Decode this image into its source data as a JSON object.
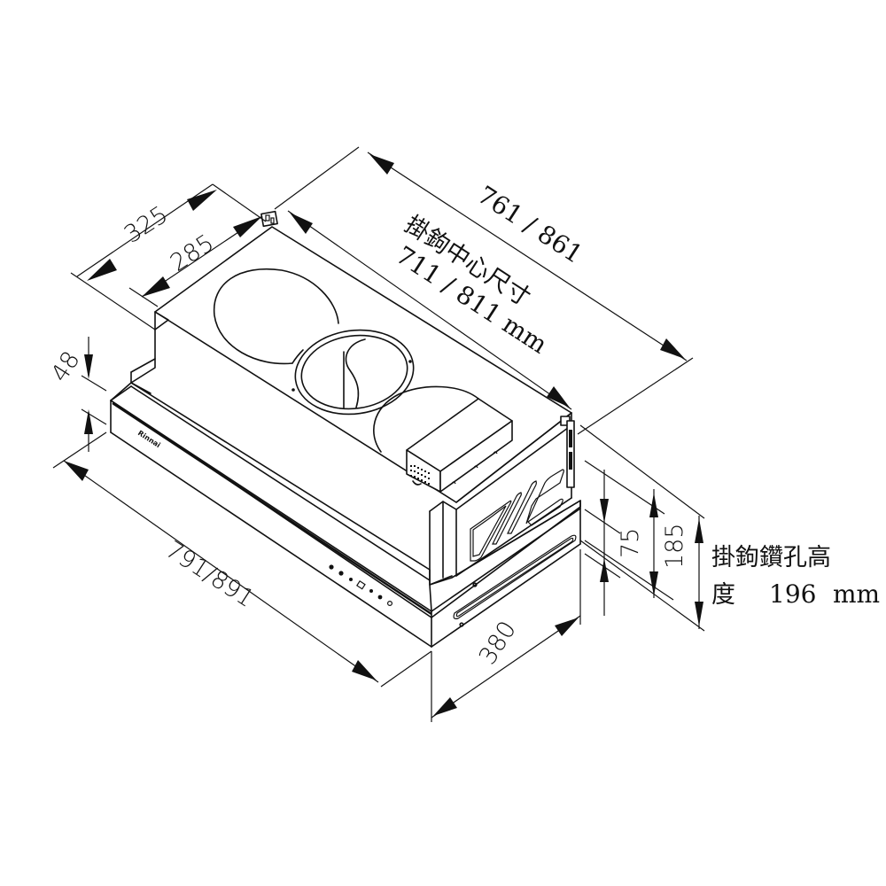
{
  "drawing": {
    "subject": "range hood dimension drawing",
    "line_color": "#111111",
    "background": "#ffffff"
  },
  "dimensions": {
    "depth_outer": "325",
    "depth_inner": "285",
    "width_top": "761 / 861",
    "hook_center_label": "掛鉤中心尺寸",
    "hook_center_value": "711 / 811 mm",
    "front_height": "48",
    "width_bottom": "791/891",
    "depth_bottom": "380",
    "height_75": "75",
    "height_185": "185"
  },
  "notes": {
    "drill_height_line1": "掛鉤鑽孔高",
    "drill_height_line2_label": "度",
    "drill_height_value": "196",
    "drill_height_unit": "mm"
  },
  "panel": {
    "brand_mark": "Rinnai",
    "control_icons": [
      "power-icon",
      "light-icon",
      "fan-low-icon",
      "display-icon",
      "fan-mid-icon",
      "fan-high-icon",
      "timer-icon"
    ]
  }
}
